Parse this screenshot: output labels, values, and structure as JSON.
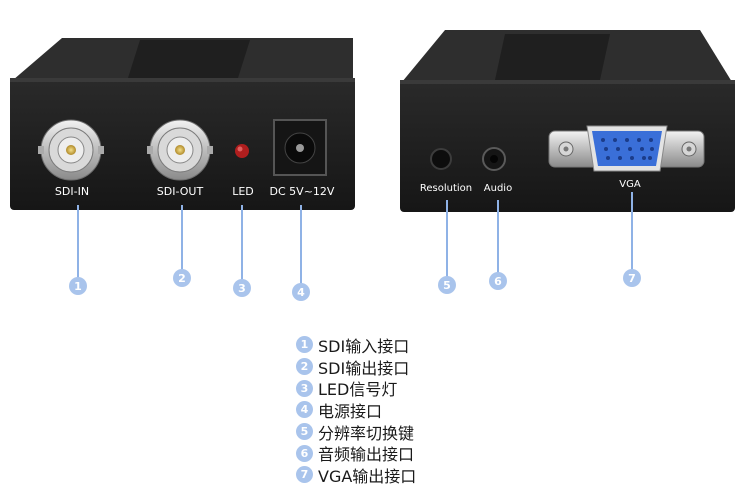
{
  "colors": {
    "device_body": "#1e1e1e",
    "device_top": "#2e2e2e",
    "leader": "#8fb2e6",
    "badge": "#a9c4ec",
    "connector_metal": "#c8c8c8",
    "vga_blue": "#3a6fd8",
    "led_red": "#b01e1e"
  },
  "panel_left": {
    "ports": [
      {
        "id": "1",
        "label": "SDI-IN",
        "icon": "bnc-connector-icon"
      },
      {
        "id": "2",
        "label": "SDI-OUT",
        "icon": "bnc-connector-icon"
      },
      {
        "id": "3",
        "label": "LED",
        "icon": "led-indicator-icon"
      },
      {
        "id": "4",
        "label": "DC 5V~12V",
        "icon": "dc-power-jack-icon"
      }
    ]
  },
  "panel_right": {
    "ports": [
      {
        "id": "5",
        "label": "Resolution",
        "icon": "push-button-icon"
      },
      {
        "id": "6",
        "label": "Audio",
        "icon": "audio-jack-icon"
      },
      {
        "id": "7",
        "label": "VGA",
        "icon": "vga-port-icon"
      }
    ]
  },
  "legend": [
    {
      "num": "1",
      "text": "SDI输入接口"
    },
    {
      "num": "2",
      "text": "SDI输出接口"
    },
    {
      "num": "3",
      "text": "LED信号灯"
    },
    {
      "num": "4",
      "text": "电源接口"
    },
    {
      "num": "5",
      "text": "分辨率切换键"
    },
    {
      "num": "6",
      "text": "音频输出接口"
    },
    {
      "num": "7",
      "text": "VGA输出接口"
    }
  ]
}
